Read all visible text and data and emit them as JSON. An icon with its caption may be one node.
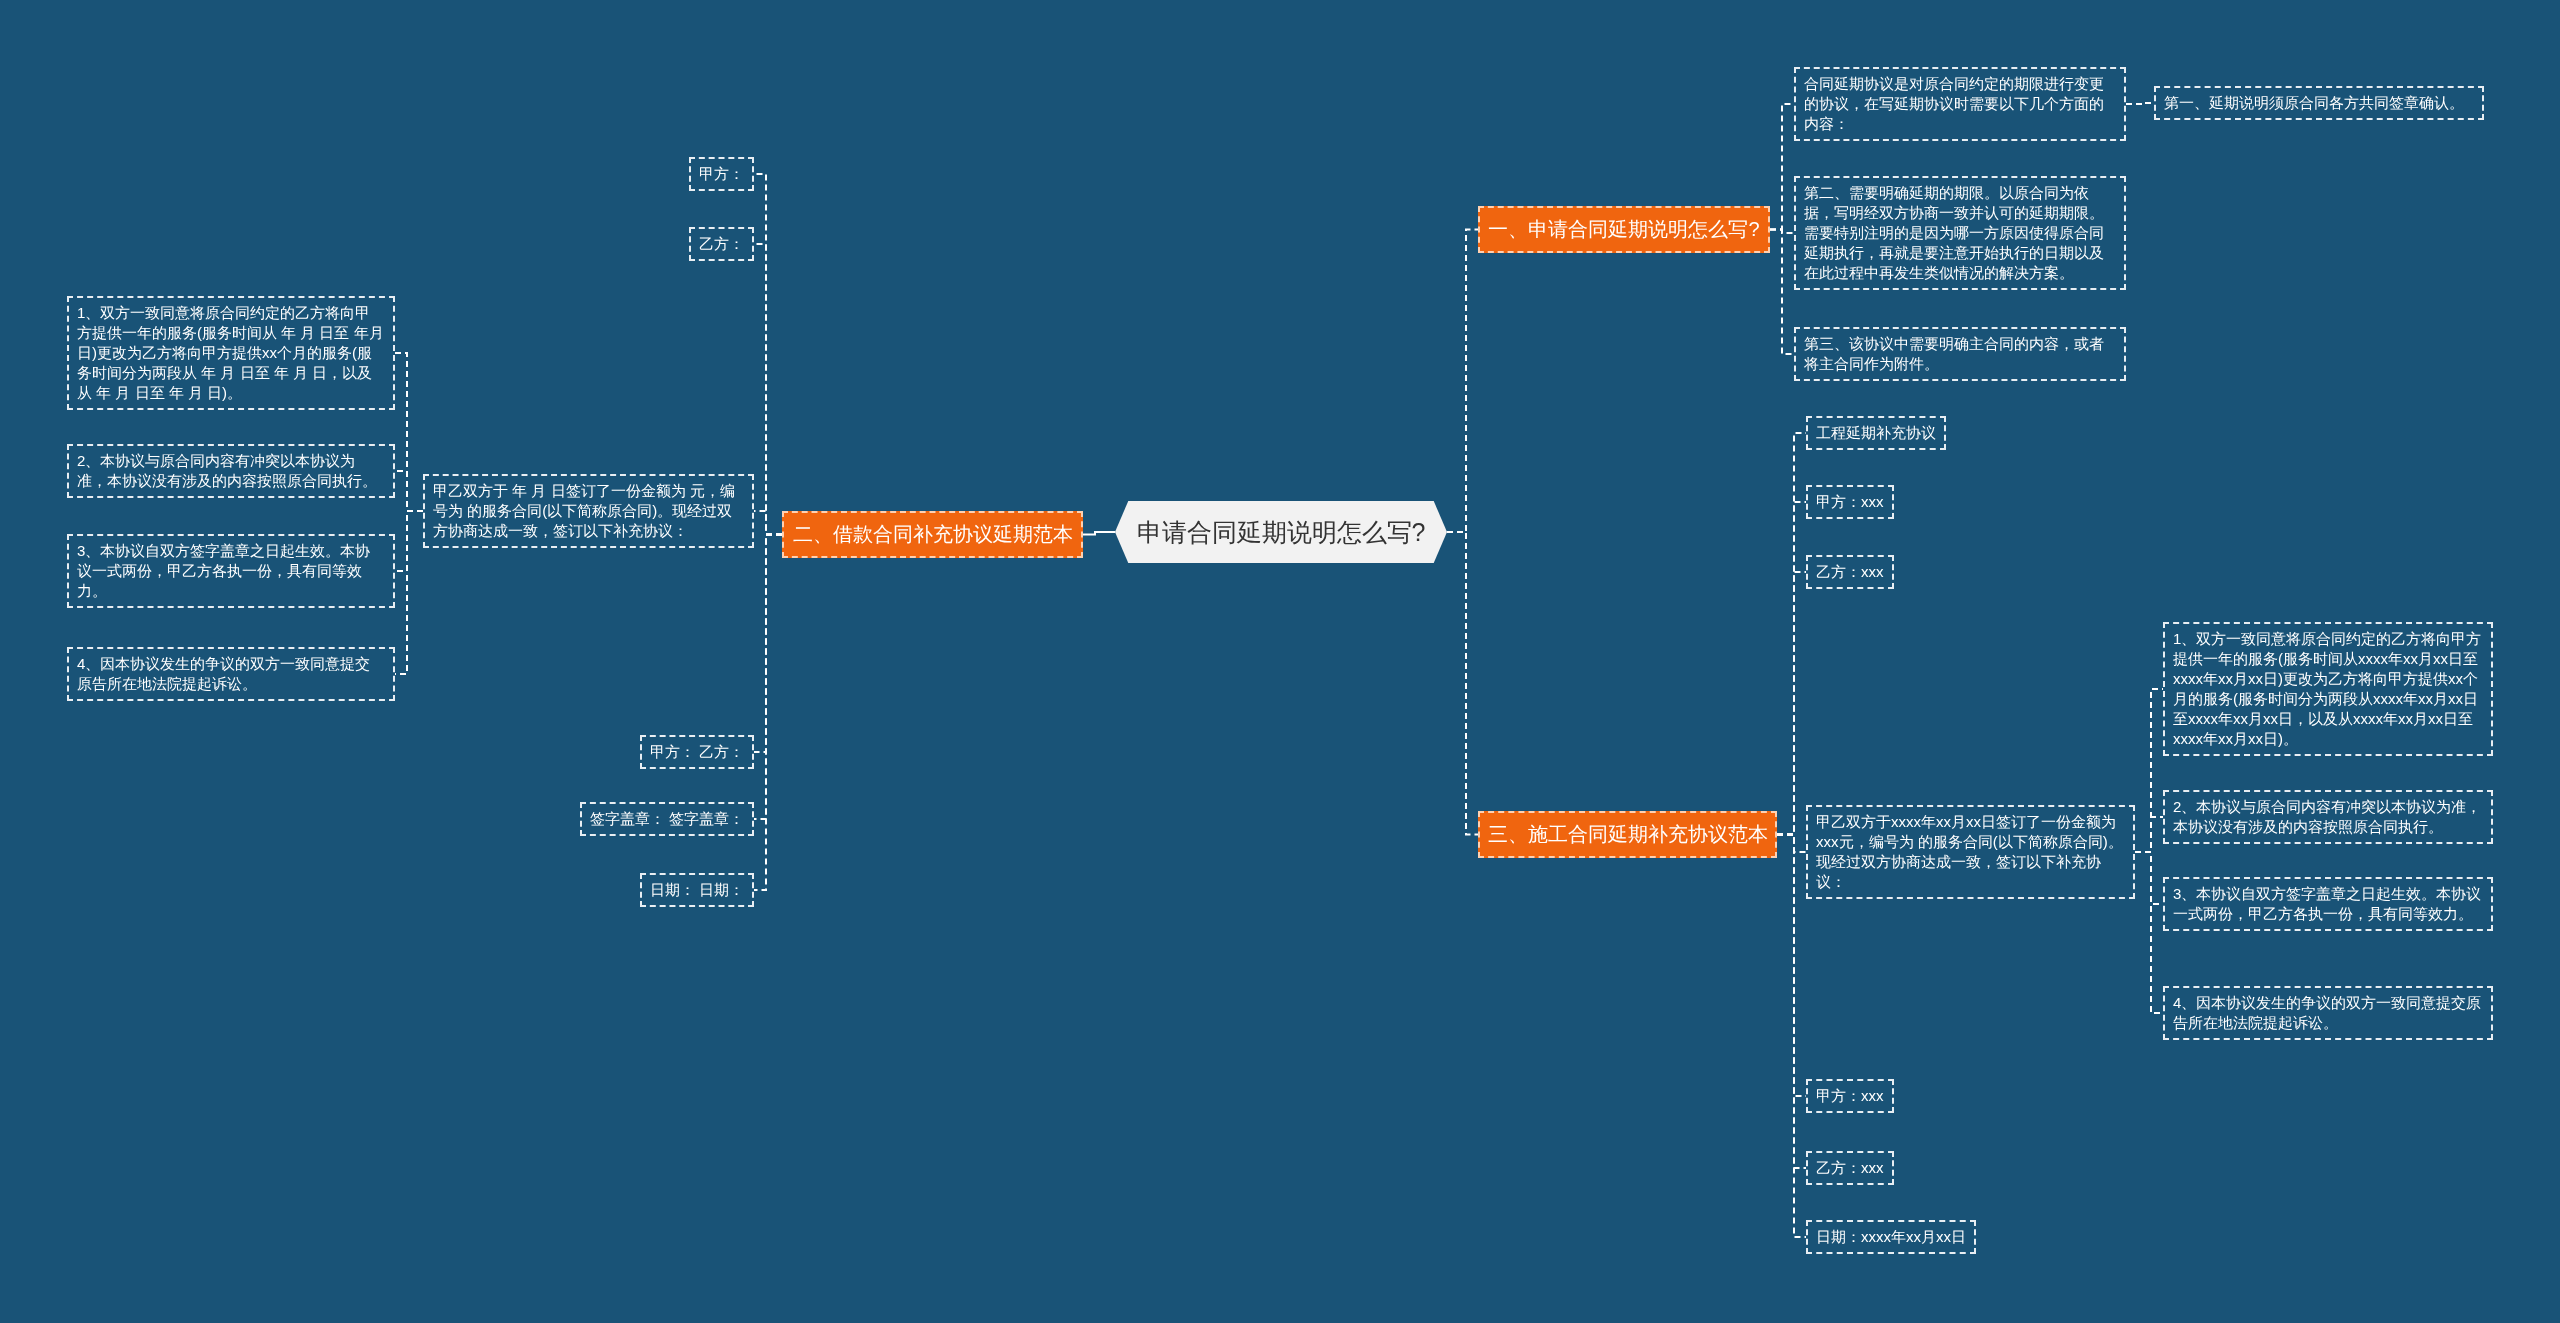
{
  "diagram": {
    "nodes": [
      {
        "text": [
          "申请合同延期说明怎么写?"
        ]
      },
      {
        "text": [
          "一、申请合同延期说明怎么写?"
        ]
      },
      {
        "text": [
          "合同延期协议是对原合同约定的期限进行变更的协议，在写延期协议时需要以下几个方面的内容："
        ]
      },
      {
        "text": [
          "第一、延期说明须原合同各方共同签章确认。"
        ]
      },
      {
        "text": [
          "第二、需要明确延期的期限。以原合同为依据，写明经双方协商一致并认可的延期期限。需要特别注明的是因为哪一方原因使得原合同延期执行，再就是要注意开始执行的日期以及在此过程中再发生类似情况的解决方案。"
        ]
      },
      {
        "text": [
          "第三、该协议中需要明确主合同的内容，或者将主合同作为附件。"
        ]
      },
      {
        "text": [
          "二、借款合同补充协议延期范本"
        ]
      },
      {
        "text": [
          "甲方："
        ]
      },
      {
        "text": [
          "乙方："
        ]
      },
      {
        "text": [
          "甲乙双方于 年 月 日签订了一份金额为 元，编号为 的服务合同(以下简称原合同)。现经过双方协商达成一致，签订以下补充协议："
        ]
      },
      {
        "text": [
          "1、双方一致同意将原合同约定的乙方将向甲方提供一年的服务(服务时间从 年 月 日至 年月日)更改为乙方将向甲方提供xx个月的服务(服务时间分为两段从 年 月 日至 年 月 日，以及从 年 月 日至 年 月 日)。"
        ]
      },
      {
        "text": [
          "2、本协议与原合同内容有冲突以本协议为准，本协议没有涉及的内容按照原合同执行。"
        ]
      },
      {
        "text": [
          "3、本协议自双方签字盖章之日起生效。本协议一式两份，甲乙方各执一份，具有同等效力。"
        ]
      },
      {
        "text": [
          "4、因本协议发生的争议的双方一致同意提交原告所在地法院提起诉讼。"
        ]
      },
      {
        "text": [
          "甲方： 乙方："
        ]
      },
      {
        "text": [
          "签字盖章： 签字盖章："
        ]
      },
      {
        "text": [
          "日期： 日期："
        ]
      },
      {
        "text": [
          "三、施工合同延期补充协议范本"
        ]
      },
      {
        "text": [
          "工程延期补充协议"
        ]
      },
      {
        "text": [
          "甲方：xxx"
        ]
      },
      {
        "text": [
          "乙方：xxx"
        ]
      },
      {
        "text": [
          "甲乙双方于xxxx年xx月xx日签订了一份金额为xxx元，编号为 的服务合同(以下简称原合同)。现经过双方协商达成一致，签订以下补充协议："
        ]
      },
      {
        "text": [
          "1、双方一致同意将原合同约定的乙方将向甲方提供一年的服务(服务时间从xxxx年xx月xx日至xxxx年xx月xx日)更改为乙方将向甲方提供xx个月的服务(服务时间分为两段从xxxx年xx月xx日至xxxx年xx月xx日，以及从xxxx年xx月xx日至xxxx年xx月xx日)。"
        ]
      },
      {
        "text": [
          "2、本协议与原合同内容有冲突以本协议为准，本协议没有涉及的内容按照原合同执行。"
        ]
      },
      {
        "text": [
          "3、本协议自双方签字盖章之日起生效。本协议一式两份，甲乙方各执一份，具有同等效力。"
        ]
      },
      {
        "text": [
          "4、因本协议发生的争议的双方一致同意提交原告所在地法院提起诉讼。"
        ]
      },
      {
        "text": [
          "甲方：xxx"
        ]
      },
      {
        "text": [
          "乙方：xxx"
        ]
      },
      {
        "text": [
          "日期：xxxx年xx月xx日"
        ]
      }
    ],
    "edges": [
      {
        "from": 0,
        "to": 1,
        "arrow": "none",
        "style": "dashed"
      },
      {
        "from": 0,
        "to": 6,
        "arrow": "none"
      },
      {
        "from": 0,
        "to": 17,
        "arrow": "none",
        "style": "dashed"
      },
      {
        "from": 1,
        "to": 2,
        "arrow": "none",
        "style": "dashed"
      },
      {
        "from": 2,
        "to": 3,
        "arrow": "none",
        "style": "dashed"
      },
      {
        "from": 1,
        "to": 4,
        "arrow": "none",
        "style": "dashed"
      },
      {
        "from": 1,
        "to": 5,
        "arrow": "none",
        "style": "dashed"
      },
      {
        "from": 6,
        "to": 7,
        "arrow": "none",
        "style": "dashed"
      },
      {
        "from": 6,
        "to": 8,
        "arrow": "none",
        "style": "dashed"
      },
      {
        "from": 6,
        "to": 9,
        "arrow": "none",
        "style": "dashed"
      },
      {
        "from": 9,
        "to": 10,
        "arrow": "none",
        "style": "dashed"
      },
      {
        "from": 9,
        "to": 11,
        "arrow": "none",
        "style": "dashed"
      },
      {
        "from": 9,
        "to": 12,
        "arrow": "none",
        "style": "dashed"
      },
      {
        "from": 9,
        "to": 13,
        "arrow": "none",
        "style": "dashed"
      },
      {
        "from": 6,
        "to": 14,
        "arrow": "none",
        "style": "dashed"
      },
      {
        "from": 6,
        "to": 15,
        "arrow": "none",
        "style": "dashed"
      },
      {
        "from": 6,
        "to": 16,
        "arrow": "none",
        "style": "dashed"
      },
      {
        "from": 17,
        "to": 18,
        "arrow": "none",
        "style": "dashed"
      },
      {
        "from": 17,
        "to": 19,
        "arrow": "none",
        "style": "dashed"
      },
      {
        "from": 17,
        "to": 20,
        "arrow": "none",
        "style": "dashed"
      },
      {
        "from": 17,
        "to": 21,
        "arrow": "none",
        "style": "dashed"
      },
      {
        "from": 21,
        "to": 22,
        "arrow": "none",
        "style": "dashed"
      },
      {
        "from": 21,
        "to": 23,
        "arrow": "none",
        "style": "dashed"
      },
      {
        "from": 21,
        "to": 24,
        "arrow": "none",
        "style": "dashed"
      },
      {
        "from": 21,
        "to": 25,
        "arrow": "none",
        "style": "dashed"
      },
      {
        "from": 17,
        "to": 26,
        "arrow": "none",
        "style": "dashed"
      },
      {
        "from": 17,
        "to": 27,
        "arrow": "none",
        "style": "dashed"
      },
      {
        "from": 17,
        "to": 28,
        "arrow": "none",
        "style": "dashed"
      }
    ]
  }
}
